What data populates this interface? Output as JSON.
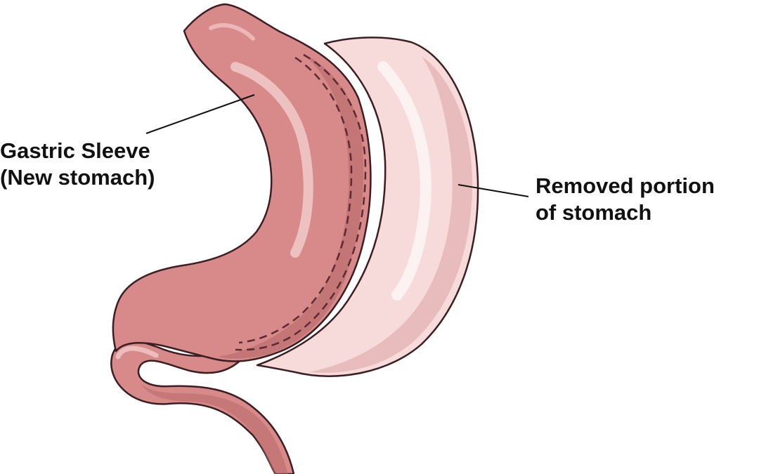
{
  "labels": {
    "sleeve": {
      "line1": "Gastric Sleeve",
      "line2": "(New stomach)"
    },
    "removed": {
      "line1": "Removed portion",
      "line2": "of stomach"
    }
  },
  "colors": {
    "background": "#ffffff",
    "sleeve_fill": "#d88a8a",
    "sleeve_shadow": "#b86868",
    "sleeve_highlight": "#f1c6c6",
    "outline": "#3a1e22",
    "removed_fill": "#f7dada",
    "removed_shadow": "#e3b4b4",
    "removed_highlight": "#fdf3f3",
    "leader_line": "#111111"
  }
}
